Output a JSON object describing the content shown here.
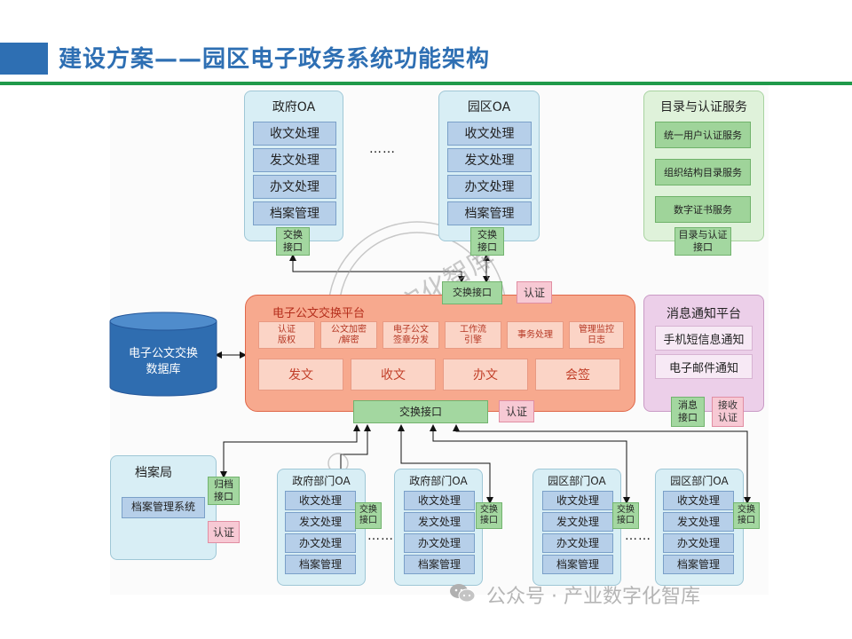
{
  "header": {
    "title": "建设方案——园区电子政务系统功能架构"
  },
  "top_oa": [
    {
      "title": "政府OA",
      "items": [
        "收文处理",
        "发文处理",
        "办文处理",
        "档案管理"
      ],
      "interface": "交换\n接口"
    },
    {
      "title": "园区OA",
      "items": [
        "收文处理",
        "发文处理",
        "办文处理",
        "档案管理"
      ],
      "interface": "交换\n接口"
    }
  ],
  "ellipsis": "……",
  "cert_service": {
    "title": "目录与认证服务",
    "items": [
      "统一用户认证服务",
      "组织结构目录服务",
      "数字证书服务"
    ],
    "interface": "目录与认证\n接口"
  },
  "database": {
    "label": "电子公文交换\n数据库"
  },
  "exchange_platform": {
    "title": "电子公文交换平台",
    "top_interface": "交换接口",
    "top_auth": "认证",
    "modules": [
      "认证\n版权",
      "公文加密\n/解密",
      "电子公文\n签章分发",
      "工作流\n引擎",
      "事务处理",
      "管理监控\n日志"
    ],
    "functions": [
      "发文",
      "收文",
      "办文",
      "会签"
    ],
    "bottom_interface": "交换接口",
    "bottom_auth": "认证"
  },
  "message_platform": {
    "title": "消息通知平台",
    "items": [
      "手机短信息通知",
      "电子邮件通知"
    ],
    "interface": "消息\n接口",
    "auth": "接收\n认证"
  },
  "archive": {
    "title": "档案局",
    "system": "档案管理系统",
    "interface": "归档\n接口",
    "auth": "认证"
  },
  "bottom_oa": [
    {
      "title": "政府部门OA",
      "items": [
        "收文处理",
        "发文处理",
        "办文处理",
        "档案管理"
      ],
      "interface": "交换\n接口"
    },
    {
      "title": "政府部门OA",
      "items": [
        "收文处理",
        "发文处理",
        "办文处理",
        "档案管理"
      ],
      "interface": "交换\n接口"
    },
    {
      "title": "园区部门OA",
      "items": [
        "收文处理",
        "发文处理",
        "办文处理",
        "档案管理"
      ],
      "interface": "交换\n接口"
    },
    {
      "title": "园区部门OA",
      "items": [
        "收文处理",
        "发文处理",
        "办文处理",
        "档案管理"
      ],
      "interface": "交换\n接口"
    }
  ],
  "bottom_ellipsis": [
    "……",
    "……"
  ],
  "watermark": {
    "text": "公众号 · 产业数字化智库"
  },
  "icons": {
    "wechat": "wechat-icon"
  },
  "colors": {
    "title_blue": "#2e6fb3",
    "rule_green": "#1f9a4a",
    "exchange_orange": "#f7a98e",
    "db_blue": "#2f6db0"
  }
}
